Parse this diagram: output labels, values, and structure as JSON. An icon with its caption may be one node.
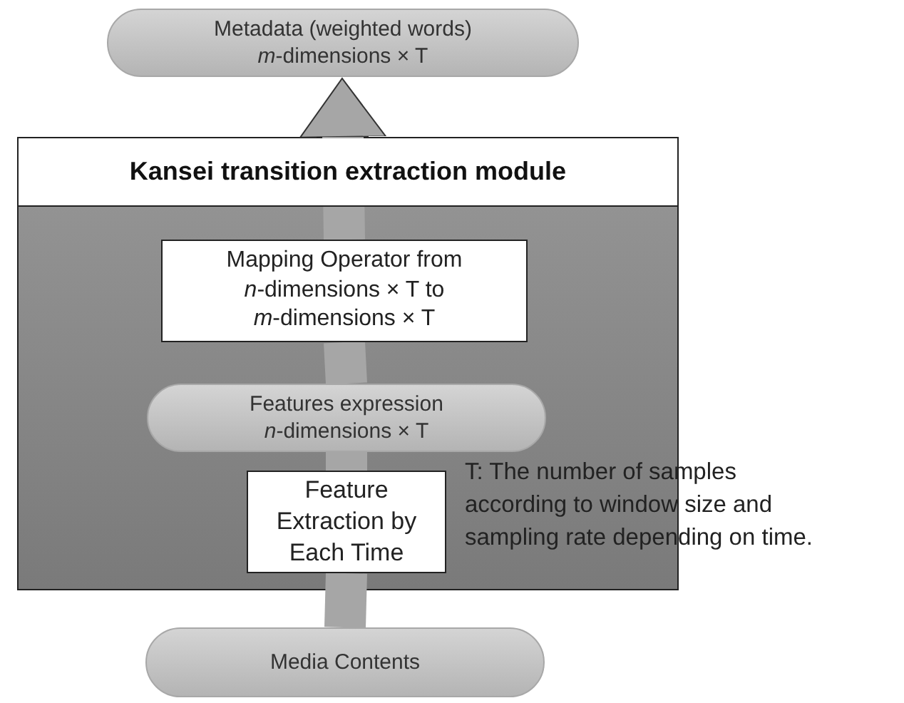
{
  "diagram": {
    "nodes": [
      {
        "text": [
          "Metadata (weighted words) *m*-dimensions × T"
        ]
      },
      {
        "text": [
          "Kansei transition extraction module"
        ]
      },
      {
        "text": [
          "Mapping Operator from *n*-dimensions × T to *m*-dimensions × T"
        ],
        "in": 1
      },
      {
        "text": [
          "Features expression *n*-dimensions × T"
        ],
        "in": 1
      },
      {
        "text": [
          "Feature Extraction by Each Time"
        ],
        "in": 1
      },
      {
        "text": [
          "Media Contents"
        ]
      }
    ],
    "edges": [
      {
        "from": 5,
        "to": 4,
        "arrow": "none"
      },
      {
        "from": 4,
        "to": 3,
        "arrow": "none"
      },
      {
        "from": 3,
        "to": 2,
        "arrow": "none"
      },
      {
        "from": 2,
        "to": 0,
        "arrow": "to"
      }
    ],
    "labels": [
      "T: The number of samples according to window size and sampling rate depending on time."
    ]
  }
}
